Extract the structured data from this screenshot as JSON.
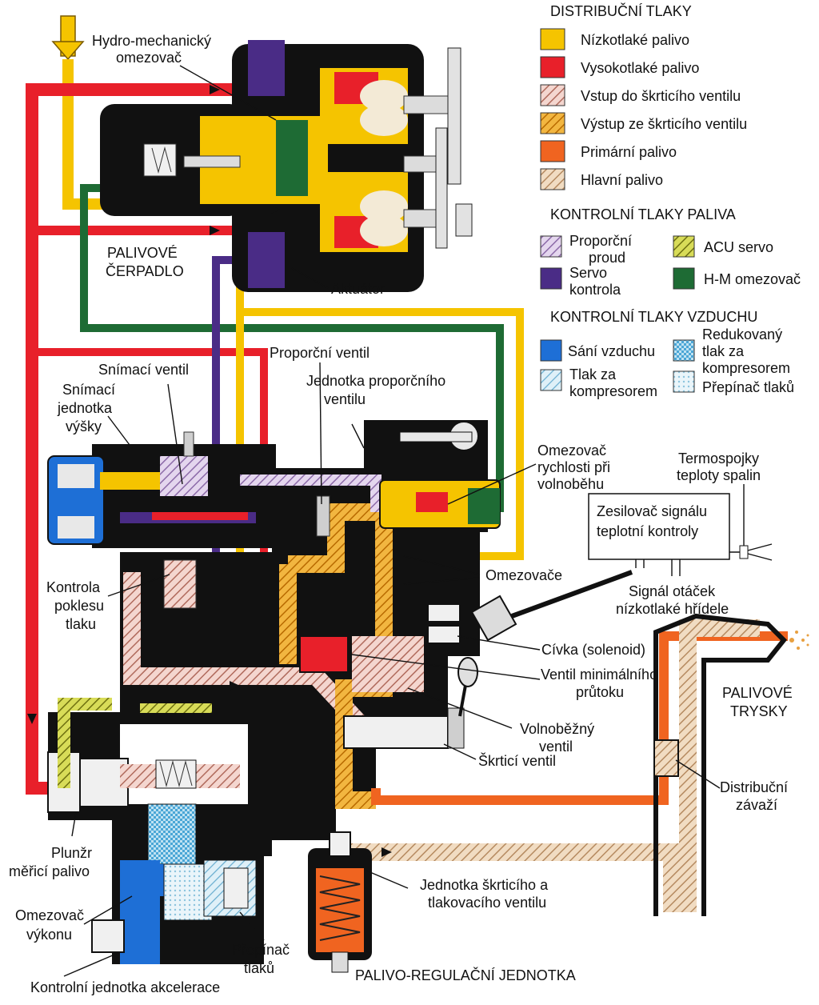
{
  "colors": {
    "low_pressure_fuel": "#f5c400",
    "high_pressure_fuel": "#e8202a",
    "throttle_inlet": "#e8b0a8",
    "throttle_outlet": "#e89a1a",
    "primary_fuel": "#f06420",
    "main_fuel": "#e6c7a4",
    "proportional_flow": "#c7b0d8",
    "servo_control": "#4a2c86",
    "acu_servo": "#b8c020",
    "hm_limiter": "#1e6b34",
    "air_intake": "#1e6fd6",
    "compressor_pressure": "#a9d6ec",
    "reduced_pressure": "#5cb4e0",
    "pressure_switch": "#cfe8f2",
    "body_black": "#111111"
  },
  "legend": {
    "distribution_title": "DISTRIBUČNÍ TLAKY",
    "distribution": [
      {
        "label": "Nízkotlaké palivo",
        "color_key": "low_pressure_fuel"
      },
      {
        "label": "Vysokotlaké palivo",
        "color_key": "high_pressure_fuel"
      },
      {
        "label": "Vstup do škrticího ventilu",
        "color_key": "throttle_inlet"
      },
      {
        "label": "Výstup ze škrticího ventilu",
        "color_key": "throttle_outlet"
      },
      {
        "label": "Primární palivo",
        "color_key": "primary_fuel"
      },
      {
        "label": "Hlavní palivo",
        "color_key": "main_fuel"
      }
    ],
    "fuel_control_title": "KONTROLNÍ TLAKY PALIVA",
    "fuel_control": {
      "proportional_line1": "Proporční",
      "proportional_line2": "proud",
      "acu_servo": "ACU servo",
      "servo_line1": "Servo",
      "servo_line2": "kontrola",
      "hm_limiter": "H-M omezovač"
    },
    "air_control_title": "KONTROLNÍ TLAKY VZDUCHU",
    "air_control": {
      "air_intake": "Sání vzduchu",
      "reduced_line1": "Redukovaný",
      "reduced_line2": "tlak za",
      "reduced_line3": "kompresorem",
      "compressor_line1": "Tlak za",
      "compressor_line2": "kompresorem",
      "pressure_switch": "Přepínač tlaků"
    }
  },
  "labels": {
    "hm_limiter_line1": "Hydro-mechanický",
    "hm_limiter_line2": "omezovač",
    "fuel_pump_line1": "PALIVOVÉ",
    "fuel_pump_line2": "ČERPADLO",
    "actuator": "Aktuátor",
    "sensing_valve": "Snímací ventil",
    "altitude_unit_line1": "Snímací",
    "altitude_unit_line2": "jednotka",
    "altitude_unit_line3": "výšky",
    "proportional_valve": "Proporční ventil",
    "prop_valve_unit_line1": "Jednotka proporčního",
    "prop_valve_unit_line2": "ventilu",
    "idle_limiter_line1": "Omezovač",
    "idle_limiter_line2": "rychlosti při",
    "idle_limiter_line3": "volnoběhu",
    "thermocouples_line1": "Termospojky",
    "thermocouples_line2": "teploty spalin",
    "amplifier_line1": "Zesilovač signálu",
    "amplifier_line2": "teplotní kontroly",
    "limiters": "Omezovače",
    "lp_shaft_line1": "Signál otáček",
    "lp_shaft_line2": "nízkotlaké hřídele",
    "pressure_drop_line1": "Kontrola",
    "pressure_drop_line2": "poklesu",
    "pressure_drop_line3": "tlaku",
    "solenoid": "Cívka (solenoid)",
    "min_flow_line1": "Ventil minimálního",
    "min_flow_line2": "průtoku",
    "fuel_nozzles_line1": "PALIVOVÉ",
    "fuel_nozzles_line2": "TRYSKY",
    "idle_valve_line1": "Volnoběžný",
    "idle_valve_line2": "ventil",
    "throttle_valve": "Škrticí ventil",
    "dist_weight_line1": "Distribuční",
    "dist_weight_line2": "závaží",
    "plunger_line1": "Plunžr",
    "plunger_line2": "měřicí palivo",
    "power_limiter_line1": "Omezovač",
    "power_limiter_line2": "výkonu",
    "throttle_press_unit_line1": "Jednotka škrticího a",
    "throttle_press_unit_line2": "tlakovacího ventilu",
    "switch_line1": "Přepínač",
    "switch_line2": "tlaků",
    "accel_unit": "Kontrolní jednotka akcelerace",
    "fcu": "PALIVO-REGULAČNÍ JEDNOTKA"
  }
}
